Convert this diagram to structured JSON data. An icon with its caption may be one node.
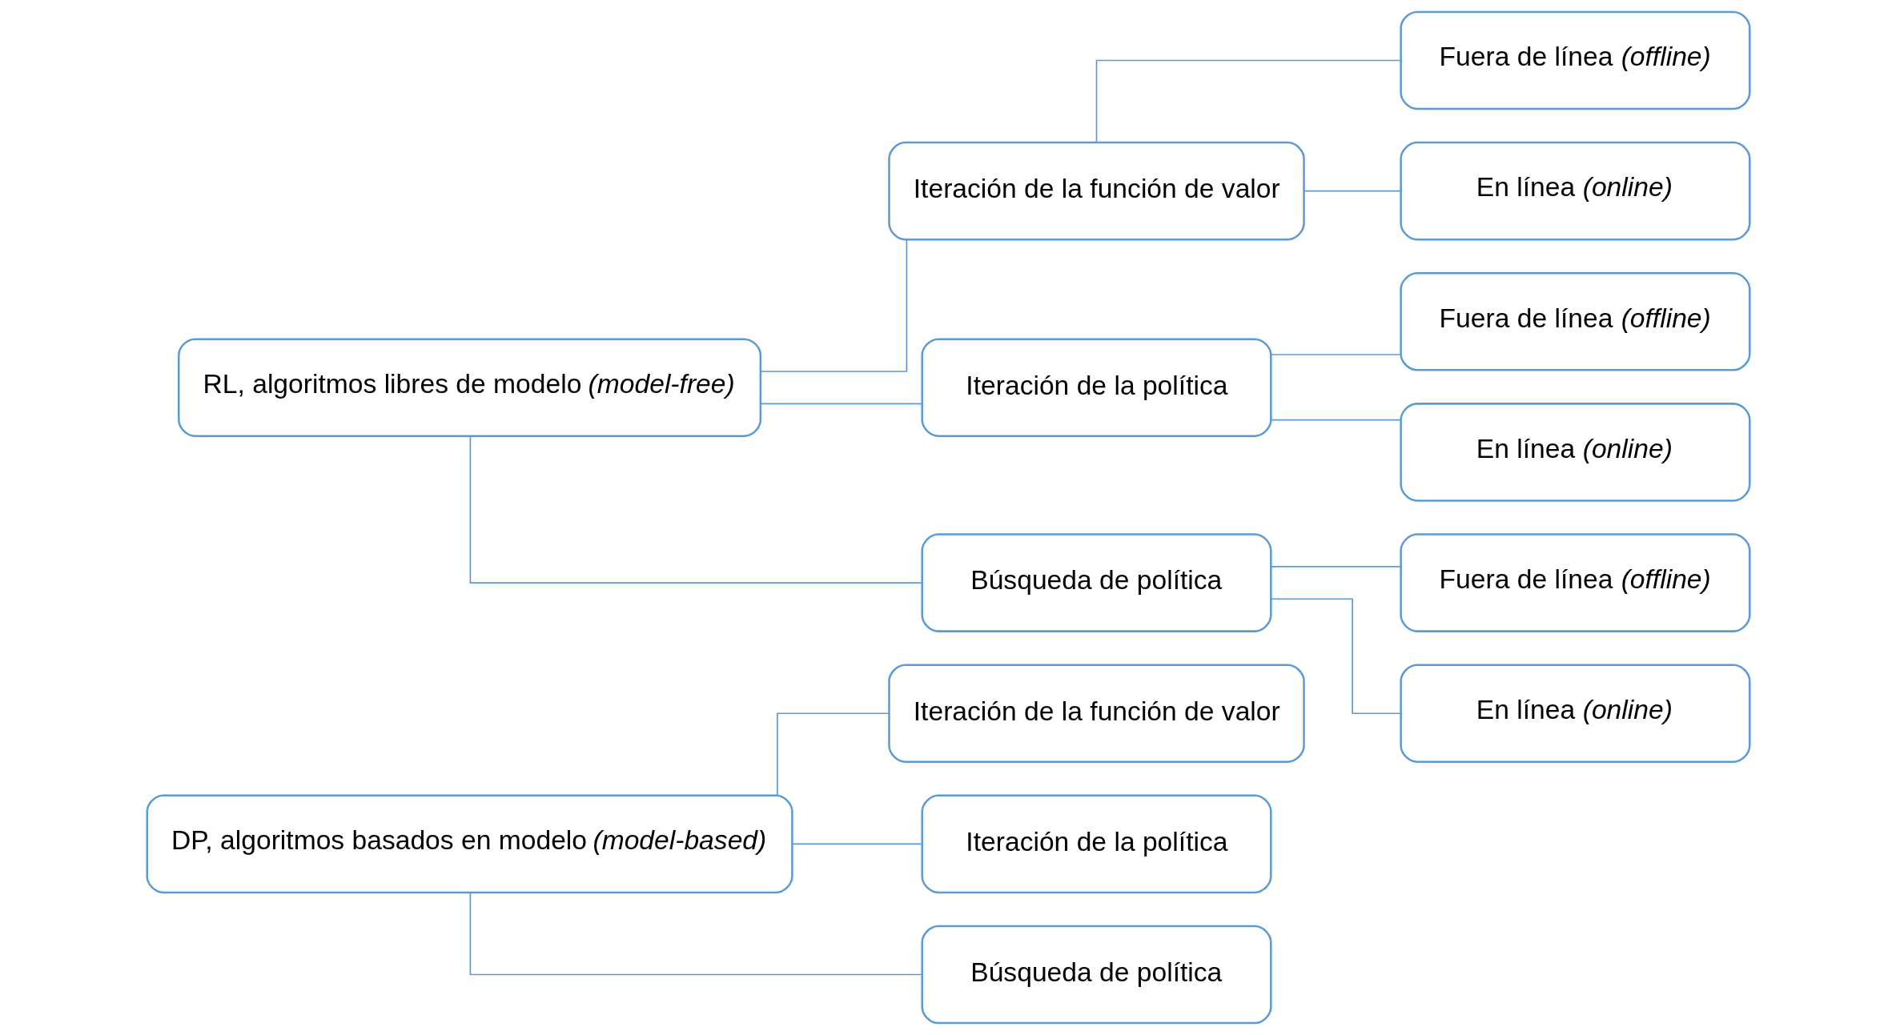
{
  "diagram": {
    "nodes": [
      {
        "text": [
          "DP, algoritmos basados en modelo *(model-based)*"
        ]
      },
      {
        "text": [
          "Iteración de la función de valor"
        ]
      },
      {
        "text": [
          "Iteración de la política"
        ]
      },
      {
        "text": [
          "Búsqueda de política"
        ]
      },
      {
        "text": [
          "RL, algoritmos libres de modelo *(model-free)*"
        ]
      },
      {
        "text": [
          "Iteración de la función de valor"
        ]
      },
      {
        "text": [
          "Iteración de la política"
        ]
      },
      {
        "text": [
          "Búsqueda de política"
        ]
      },
      {
        "text": [
          "Fuera de línea *(offline)*"
        ]
      },
      {
        "text": [
          "En línea *(online)*"
        ]
      },
      {
        "text": [
          "Fuera de línea *(offline)*"
        ]
      },
      {
        "text": [
          "En línea *(online)*"
        ]
      },
      {
        "text": [
          "Fuera de línea *(offline)*"
        ]
      },
      {
        "text": [
          "En línea *(online)*"
        ]
      }
    ],
    "edges": [
      {
        "from": 0,
        "to": 1,
        "arrow": "none"
      },
      {
        "from": 0,
        "to": 2,
        "arrow": "none"
      },
      {
        "from": 0,
        "to": 3,
        "arrow": "none"
      },
      {
        "from": 4,
        "to": 5,
        "arrow": "none"
      },
      {
        "from": 4,
        "to": 6,
        "arrow": "none"
      },
      {
        "from": 4,
        "to": 7,
        "arrow": "none"
      },
      {
        "from": 5,
        "to": 8,
        "arrow": "none"
      },
      {
        "from": 5,
        "to": 9,
        "arrow": "none"
      },
      {
        "from": 6,
        "to": 10,
        "arrow": "none"
      },
      {
        "from": 6,
        "to": 11,
        "arrow": "none"
      },
      {
        "from": 7,
        "to": 12,
        "arrow": "none"
      },
      {
        "from": 7,
        "to": 13,
        "arrow": "none"
      }
    ]
  }
}
